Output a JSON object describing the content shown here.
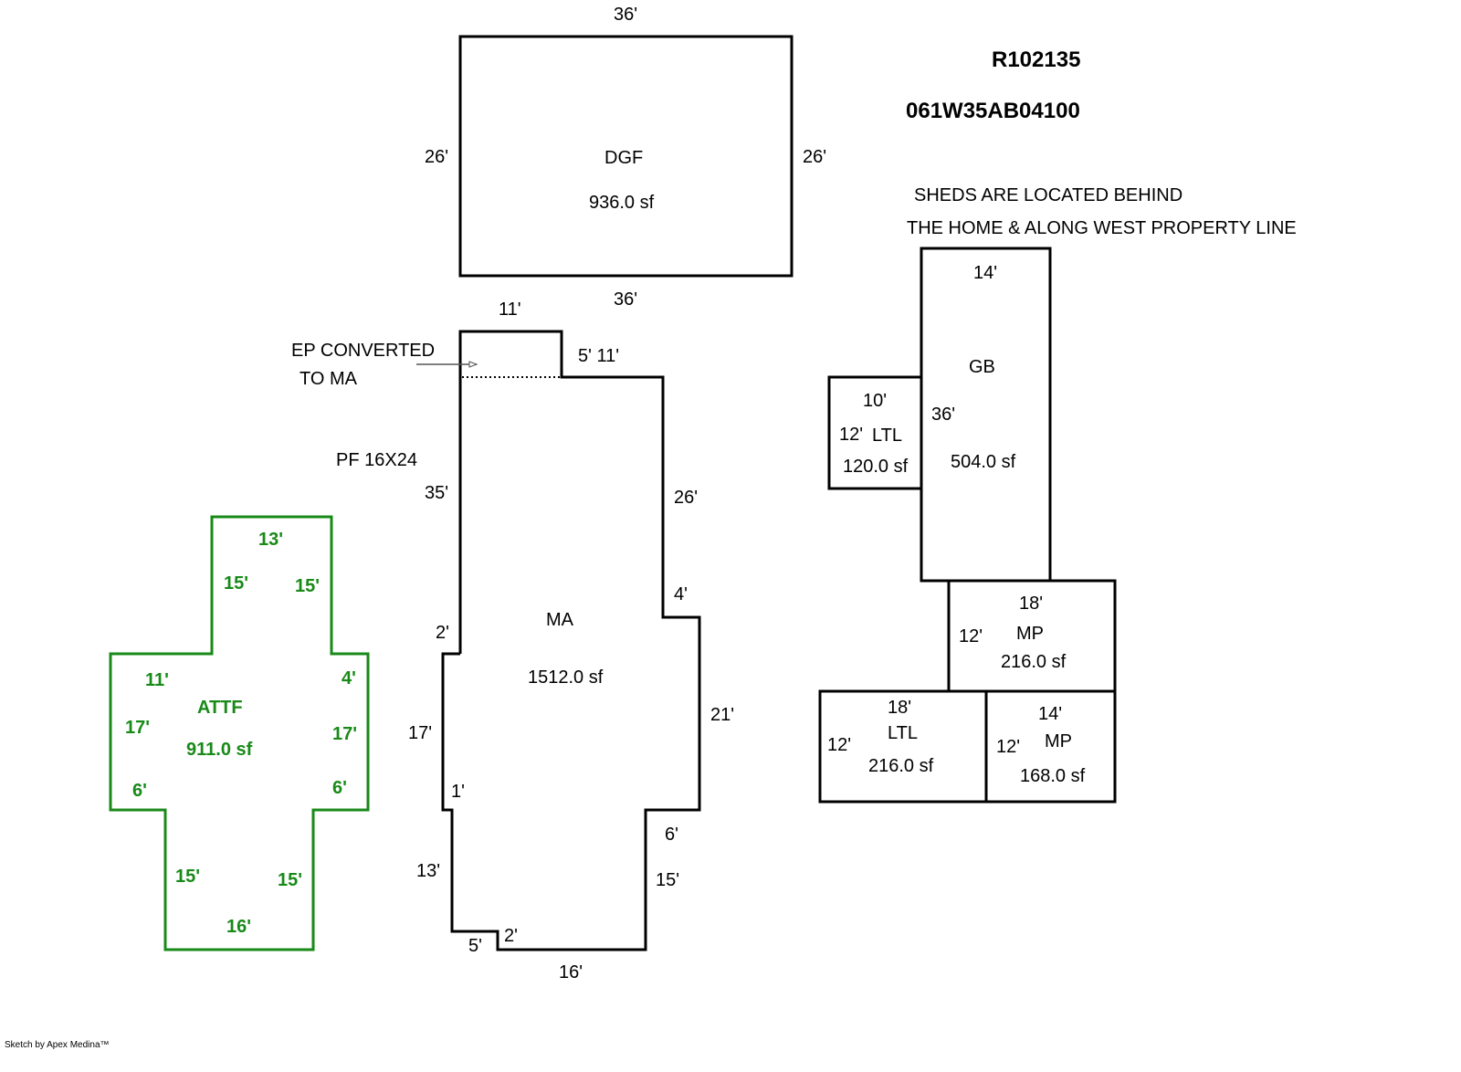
{
  "header": {
    "parcel_id": "R102135",
    "map_tax_lot": "061W35AB04100",
    "note_line1": "SHEDS ARE LOCATED BEHIND",
    "note_line2": "THE HOME & ALONG WEST PROPERTY LINE"
  },
  "dgf": {
    "code": "DGF",
    "area": "936.0 sf",
    "top": "36'",
    "bottom": "36'",
    "left": "26'",
    "right": "26'"
  },
  "ma": {
    "code": "MA",
    "area": "1512.0 sf",
    "ep_note_line1": "EP CONVERTED",
    "ep_note_line2": "TO MA",
    "pf_note": "PF  16X24",
    "dims": {
      "top": "11'",
      "step_right": "5'  11'",
      "left_upper": "35'",
      "right_upper": "26'",
      "right_step": "4'",
      "left_step": "2'",
      "right_mid": "21'",
      "left_mid": "17'",
      "left_step2": "1'",
      "right_step2": "6'",
      "left_lower": "13'",
      "right_lower": "15'",
      "bottom_step_w": "5'",
      "bottom_step_h": "2'",
      "bottom": "16'"
    }
  },
  "attf": {
    "code": "ATTF",
    "area": "911.0 sf",
    "color": "#188a18",
    "dims": {
      "top": "13'",
      "upper_left": "15'",
      "upper_right": "15'",
      "mid_left_w": "11'",
      "mid_right_w": "4'",
      "mid_left_h": "17'",
      "mid_right_h": "17'",
      "low_left_w": "6'",
      "low_right_w": "6'",
      "lower_left": "15'",
      "lower_right": "15'",
      "bottom": "16'"
    }
  },
  "gb": {
    "code": "GB",
    "area": "504.0 sf",
    "top": "14'",
    "side": "36'"
  },
  "ltl_small": {
    "code": "LTL",
    "area": "120.0 sf",
    "w": "10'",
    "h": "12'"
  },
  "mp_upper": {
    "code": "MP",
    "area": "216.0 sf",
    "w": "18'",
    "h": "12'"
  },
  "ltl_lower": {
    "code": "LTL",
    "area": "216.0 sf",
    "w": "18'",
    "h": "12'"
  },
  "mp_lower": {
    "code": "MP",
    "area": "168.0 sf",
    "w": "14'",
    "h": "12'"
  },
  "footer": {
    "credit": "Sketch by Apex Medina™"
  }
}
